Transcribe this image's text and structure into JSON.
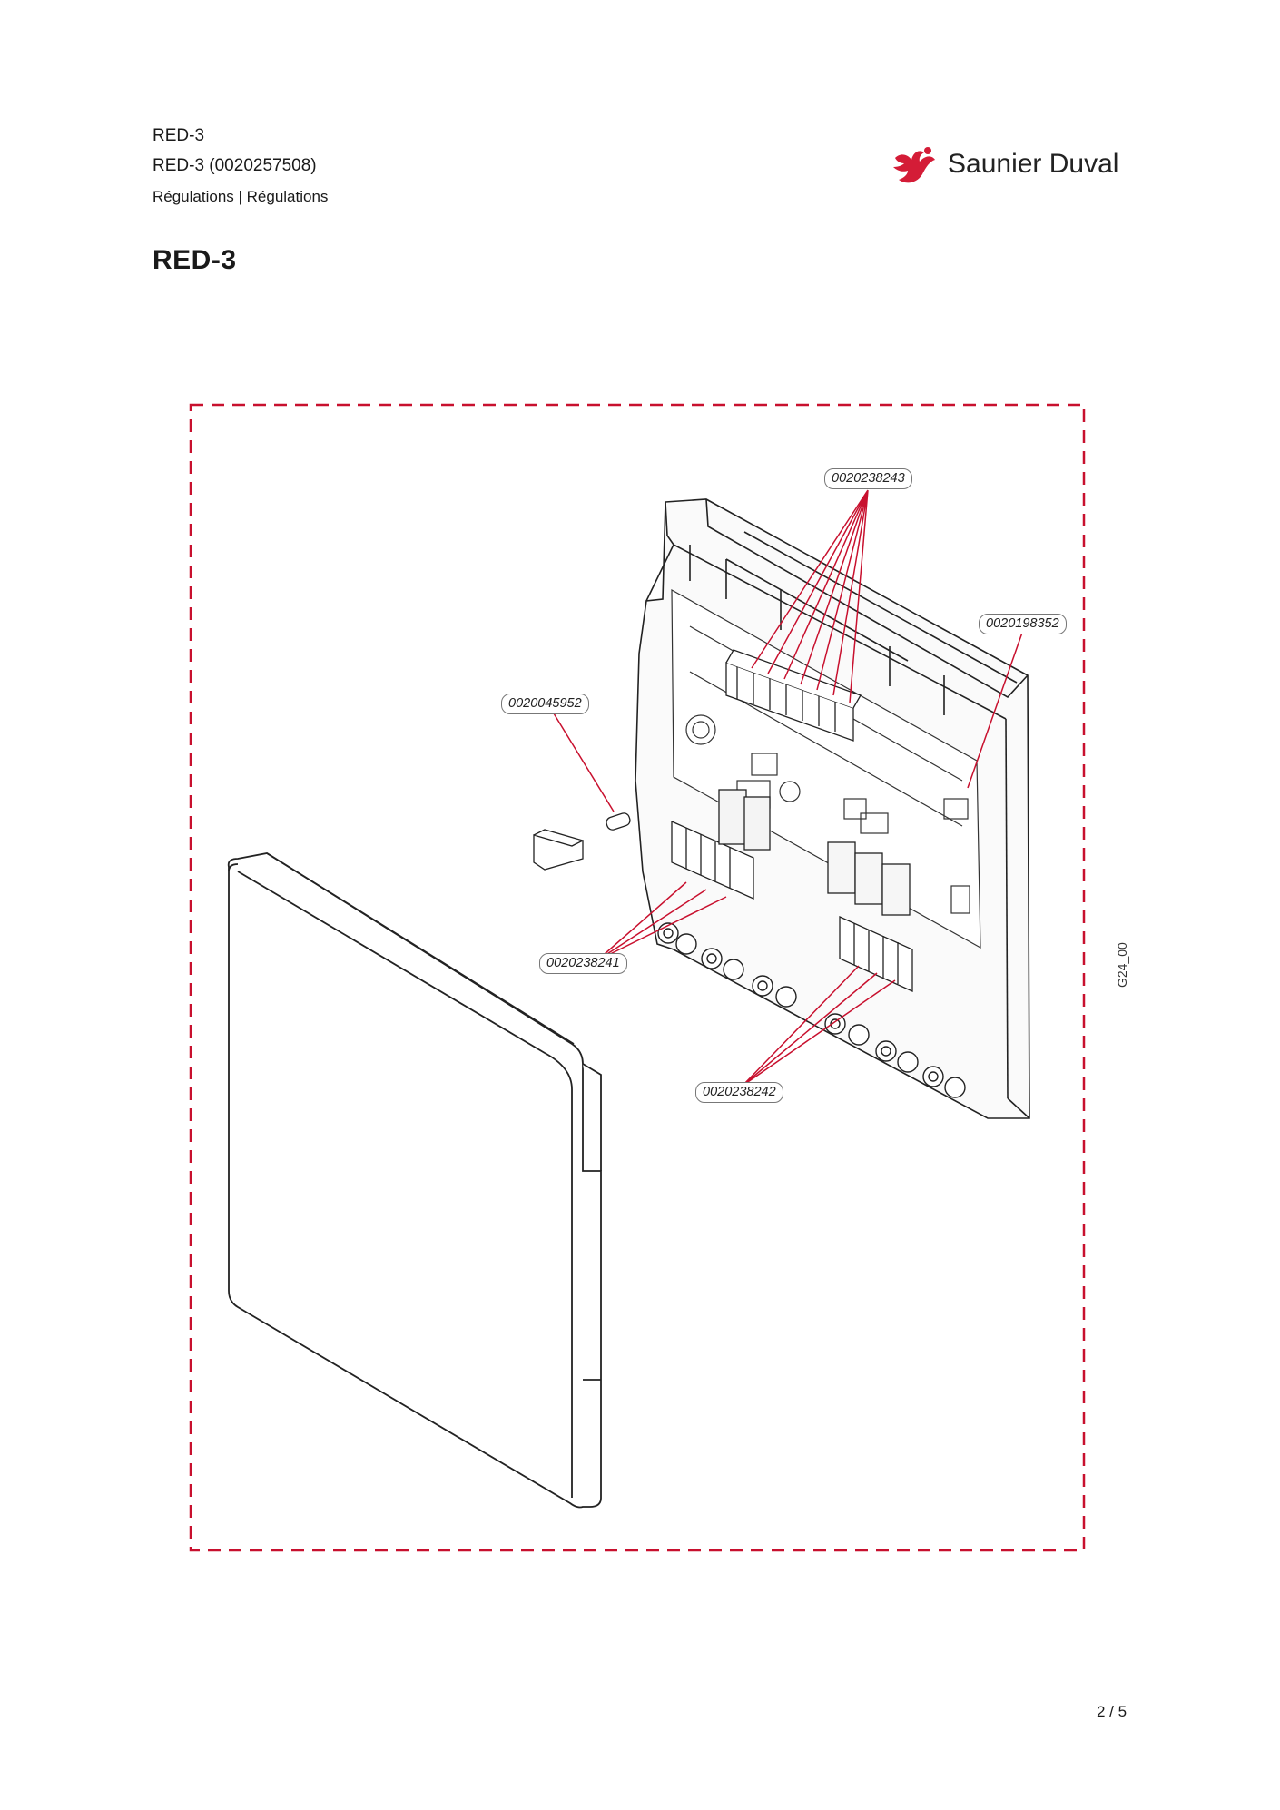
{
  "header": {
    "line1": "RED-3",
    "line2": "RED-3 (0020257508)",
    "line3": "Régulations | Régulations"
  },
  "brand": {
    "name": "Saunier Duval",
    "logo_icon": "bird-logo-icon",
    "accent_color": "#d41c37"
  },
  "title": "RED-3",
  "diagram": {
    "frame_color": "#c8102e",
    "leader_color": "#c8102e",
    "part_numbers": {
      "p1": "0020238243",
      "p2": "0020198352",
      "p3": "0020045952",
      "p4": "0020238241",
      "p5": "0020238242"
    },
    "drawing_code": "G24_00"
  },
  "footer": {
    "page": "2 / 5"
  }
}
